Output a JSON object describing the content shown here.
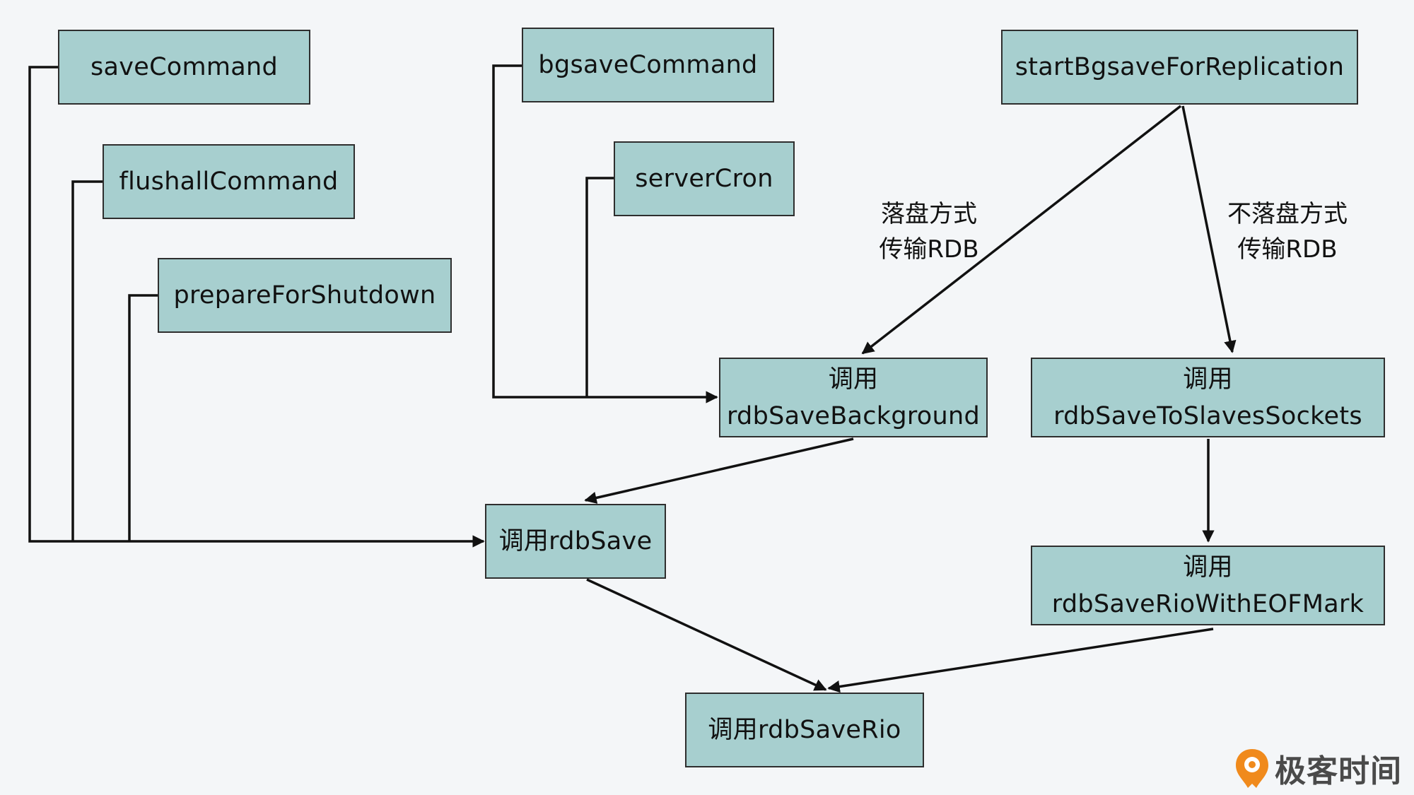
{
  "nodes": {
    "save_command": "saveCommand",
    "flushall_command": "flushallCommand",
    "prepare_for_shutdown": "prepareForShutdown",
    "bgsave_command": "bgsaveCommand",
    "server_cron": "serverCron",
    "start_bgsave_for_replication": "startBgsaveForReplication",
    "rdb_save_background": {
      "line1": "调用",
      "line2": "rdbSaveBackground"
    },
    "rdb_save_to_slaves_sockets": {
      "line1": "调用",
      "line2": "rdbSaveToSlavesSockets"
    },
    "rdb_save": "调用rdbSave",
    "rdb_save_rio_with_eof_mark": {
      "line1": "调用",
      "line2": "rdbSaveRioWithEOFMark"
    },
    "rdb_save_rio": "调用rdbSaveRio"
  },
  "edge_labels": {
    "disk": {
      "line1": "落盘方式",
      "line2": "传输RDB"
    },
    "diskless": {
      "line1": "不落盘方式",
      "line2": "传输RDB"
    }
  },
  "brand": {
    "name": "极客时间"
  },
  "colors": {
    "node_fill": "#a7cfcf",
    "stroke": "#111111",
    "background": "#f4f6f8",
    "brand_orange": "#f08a1c"
  }
}
